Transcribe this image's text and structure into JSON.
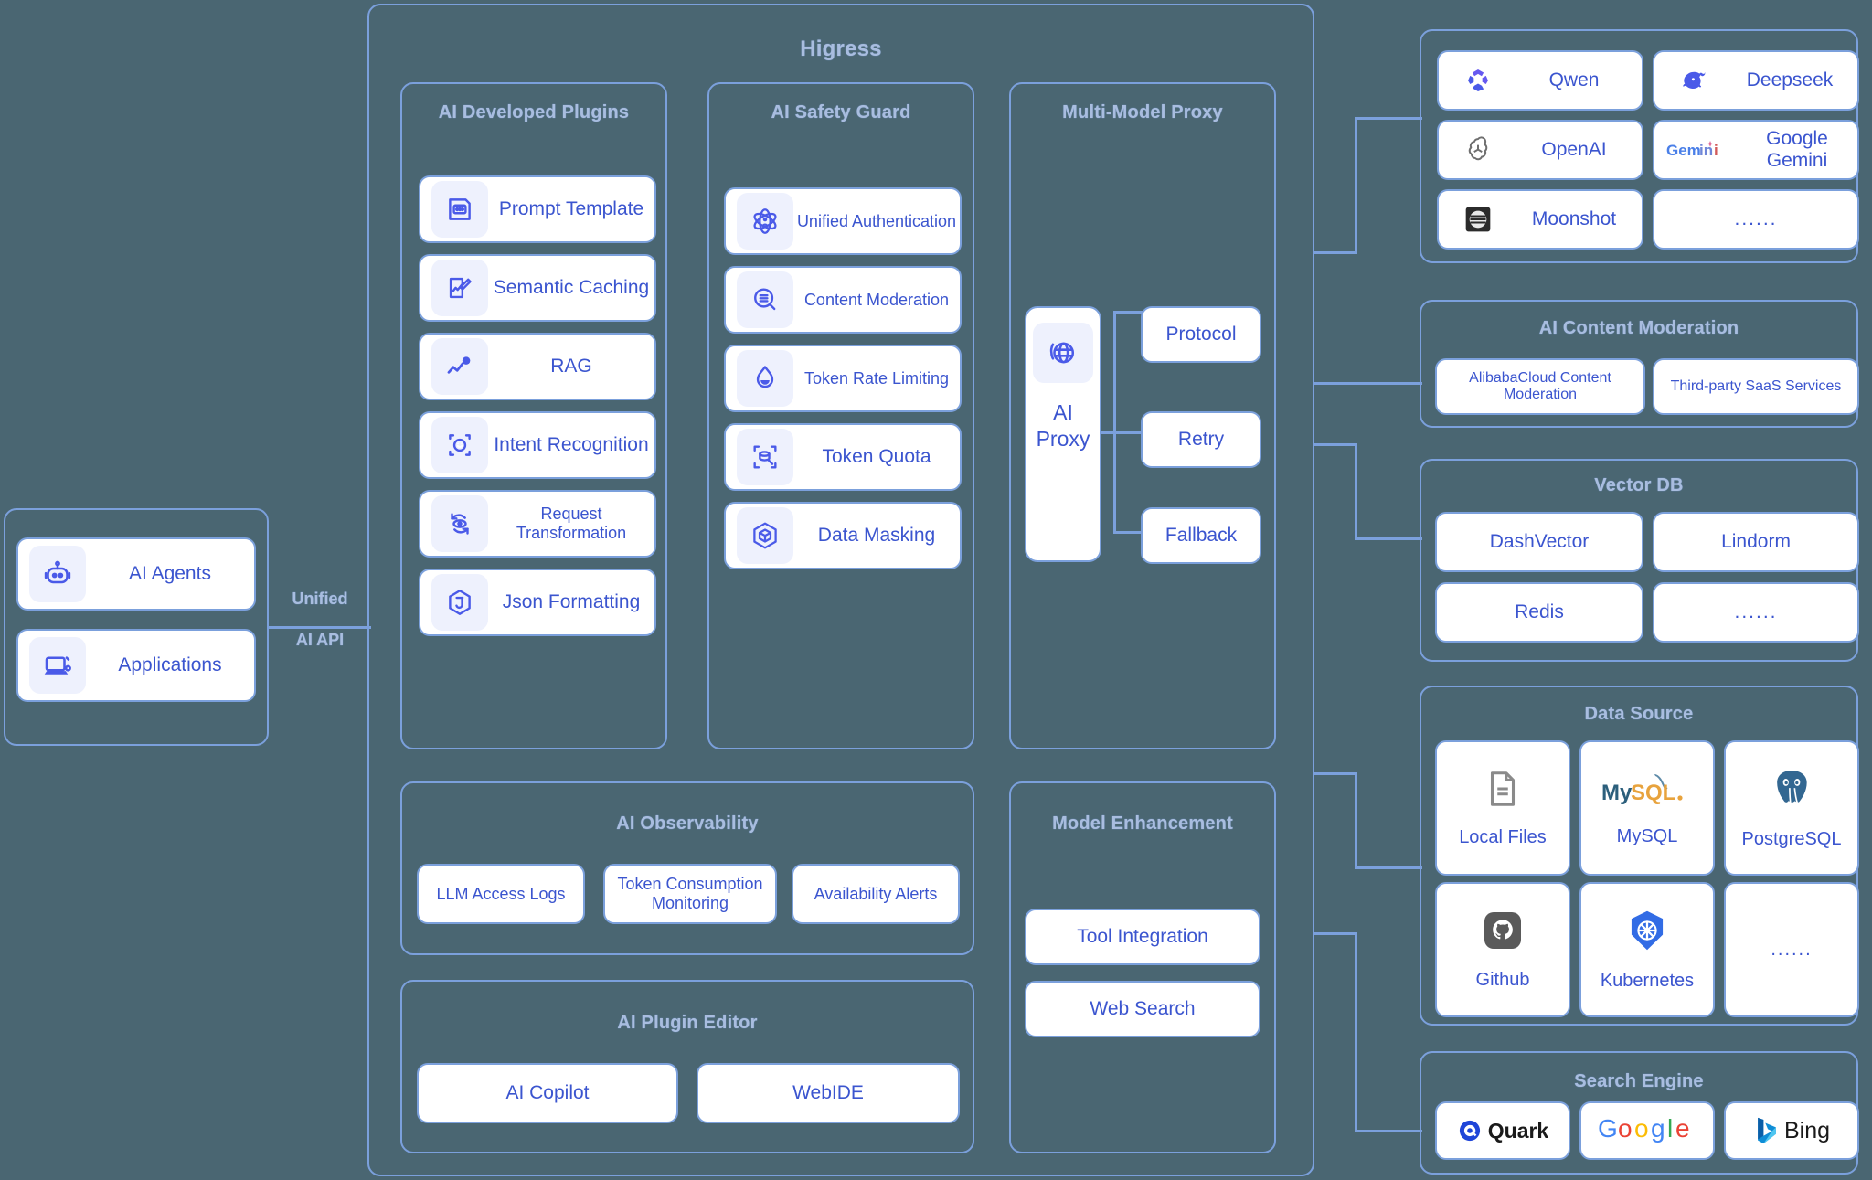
{
  "main": {
    "title": "Higress"
  },
  "clients": {
    "items": [
      {
        "label": "AI Agents",
        "icon": "robot-icon"
      },
      {
        "label": "Applications",
        "icon": "laptop-icon"
      }
    ]
  },
  "connector": {
    "line1": "Unified",
    "line2": "AI API"
  },
  "plugins": {
    "title": "AI Developed Plugins",
    "items": [
      {
        "label": "Prompt Template",
        "icon": "prompt-template-icon"
      },
      {
        "label": "Semantic Caching",
        "icon": "semantic-caching-icon"
      },
      {
        "label": "RAG",
        "icon": "rag-icon"
      },
      {
        "label": "Intent Recognition",
        "icon": "intent-recognition-icon"
      },
      {
        "label": "Request Transformation",
        "icon": "request-transformation-icon"
      },
      {
        "label": "Json Formatting",
        "icon": "json-icon"
      }
    ]
  },
  "safety": {
    "title": "AI Safety Guard",
    "items": [
      {
        "label": "Unified Authentication",
        "icon": "atom-user-icon"
      },
      {
        "label": "Content Moderation",
        "icon": "magnifier-list-icon"
      },
      {
        "label": "Token Rate Limiting",
        "icon": "droplet-icon"
      },
      {
        "label": "Token Quota",
        "icon": "scan-database-icon"
      },
      {
        "label": "Data Masking",
        "icon": "hexagon-cube-icon"
      }
    ]
  },
  "proxy": {
    "title": "Multi-Model Proxy",
    "node": {
      "line1": "AI",
      "line2": "Proxy",
      "icon": "globe-icon"
    },
    "branches": [
      "Protocol",
      "Retry",
      "Fallback"
    ]
  },
  "observability": {
    "title": "AI Observability",
    "items": [
      "LLM Access Logs",
      "Token Consumption Monitoring",
      "Availability Alerts"
    ]
  },
  "editor": {
    "title": "AI Plugin Editor",
    "items": [
      "AI Copilot",
      "WebIDE"
    ]
  },
  "enhancement": {
    "title": "Model Enhancement",
    "items": [
      "Tool Integration",
      "Web Search"
    ]
  },
  "llm_providers": {
    "title": "",
    "items": [
      {
        "label": "Qwen",
        "icon": "qwen-logo"
      },
      {
        "label": "Deepseek",
        "icon": "deepseek-logo"
      },
      {
        "label": "OpenAI",
        "icon": "openai-logo"
      },
      {
        "label": "Google Gemini",
        "icon": "gemini-logo"
      },
      {
        "label": "Moonshot",
        "icon": "moonshot-logo"
      },
      {
        "label": "......",
        "icon": ""
      }
    ]
  },
  "content_moderation": {
    "title": "AI Content Moderation",
    "items": [
      "AlibabaCloud Content Moderation",
      "Third-party SaaS Services"
    ]
  },
  "vector_db": {
    "title": "Vector DB",
    "items": [
      "DashVector",
      "Lindorm",
      "Redis",
      "......"
    ]
  },
  "data_source": {
    "title": "Data Source",
    "items": [
      {
        "label": "Local Files",
        "icon": "file-icon"
      },
      {
        "label": "MySQL",
        "icon": "mysql-logo"
      },
      {
        "label": "PostgreSQL",
        "icon": "postgresql-logo"
      },
      {
        "label": "Github",
        "icon": "github-logo"
      },
      {
        "label": "Kubernetes",
        "icon": "kubernetes-logo"
      },
      {
        "label": "......",
        "icon": ""
      }
    ]
  },
  "search_engine": {
    "title": "Search Engine",
    "items": [
      {
        "label": "Quark",
        "icon": "quark-logo"
      },
      {
        "label": "Google",
        "icon": "google-logo"
      },
      {
        "label": "Bing",
        "icon": "bing-logo"
      }
    ]
  },
  "colors": {
    "background": "#4a6672",
    "line": "#7ba0dc",
    "card_text": "#3b55cf",
    "title_text": "#a9bddf",
    "icon_bg": "#eef1fd"
  }
}
